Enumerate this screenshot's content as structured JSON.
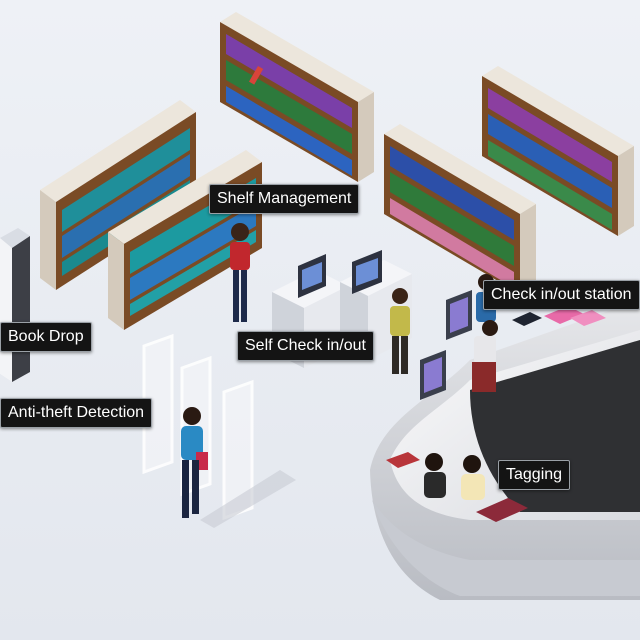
{
  "labels": {
    "shelf_management": "Shelf Management",
    "book_drop": "Book Drop",
    "self_check": "Self Check in/out",
    "check_station": "Check in/out station",
    "anti_theft": "Anti-theft Detection",
    "tagging": "Tagging"
  },
  "colors": {
    "background": "#e9edf3",
    "shelf_frame": "#8c5a2e",
    "shelf_side": "#d8cfc3",
    "counter": "#f4f4f6",
    "counter_dark": "#303030",
    "callout_bg": "#141414",
    "callout_text": "#ffffff"
  }
}
